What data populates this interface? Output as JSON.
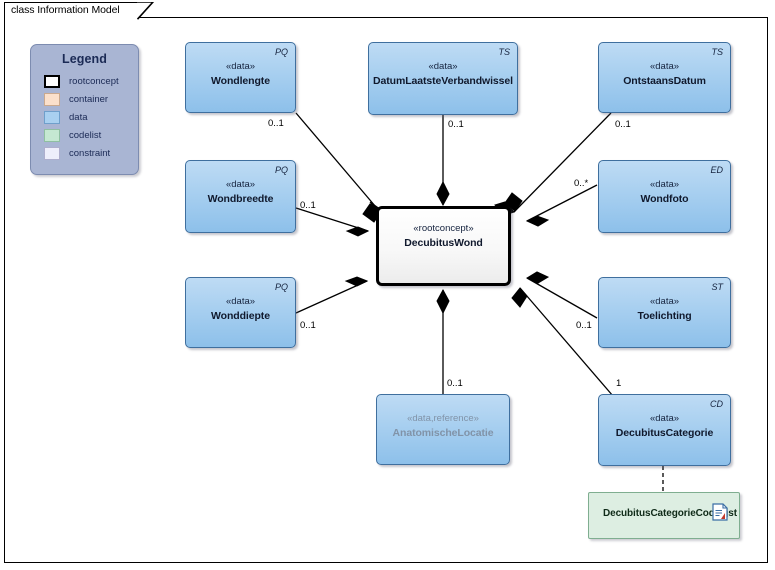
{
  "diagram": {
    "title": "class Information Model",
    "kind": "uml-class-diagram"
  },
  "legend": {
    "title": "Legend",
    "items": [
      {
        "label": "rootconcept",
        "color": "#ffffff",
        "swatch": "sw-rootconcept"
      },
      {
        "label": "container",
        "color": "#fbe0cb",
        "swatch": "sw-container"
      },
      {
        "label": "data",
        "color": "#a9d0f0",
        "swatch": "sw-data"
      },
      {
        "label": "codelist",
        "color": "#c5e8d2",
        "swatch": "sw-codelist"
      },
      {
        "label": "constraint",
        "color": "#eeeefb",
        "swatch": "sw-constraint"
      }
    ]
  },
  "nodes": {
    "root": {
      "stereotype": "«rootconcept»",
      "name": "DecubitusWond",
      "tag": ""
    },
    "wondlengte": {
      "stereotype": "«data»",
      "name": "Wondlengte",
      "tag": "PQ"
    },
    "datumlaatsteverbandwissel": {
      "stereotype": "«data»",
      "name": "DatumLaatsteVerbandwissel",
      "tag": "TS"
    },
    "ontstaansdatum": {
      "stereotype": "«data»",
      "name": "OntstaansDatum",
      "tag": "TS"
    },
    "wondbreedte": {
      "stereotype": "«data»",
      "name": "Wondbreedte",
      "tag": "PQ"
    },
    "wondfoto": {
      "stereotype": "«data»",
      "name": "Wondfoto",
      "tag": "ED"
    },
    "wonddiepte": {
      "stereotype": "«data»",
      "name": "Wonddiepte",
      "tag": "PQ"
    },
    "toelichting": {
      "stereotype": "«data»",
      "name": "Toelichting",
      "tag": "ST"
    },
    "anatomischelocatie": {
      "stereotype": "«data,reference»",
      "name": "AnatomischeLocatie",
      "tag": ""
    },
    "decubituscategorie": {
      "stereotype": "«data»",
      "name": "DecubitusCategorie",
      "tag": "CD"
    },
    "decubituscategoriecodelijst": {
      "name": "DecubitusCategorieCodelijst",
      "icon": "document-icon"
    }
  },
  "multiplicities": {
    "wondlengte": "0..1",
    "datumlaatsteverbandwissel": "0..1",
    "ontstaansdatum": "0..1",
    "wondbreedte": "0..1",
    "wondfoto": "0..*",
    "wonddiepte": "0..1",
    "toelichting": "0..1",
    "anatomischelocatie": "0..1",
    "decubituscategorie": "1"
  },
  "relations": [
    {
      "from": "DecubitusWond",
      "to": "Wondlengte",
      "type": "composition",
      "multiplicity": "0..1"
    },
    {
      "from": "DecubitusWond",
      "to": "DatumLaatsteVerbandwissel",
      "type": "composition",
      "multiplicity": "0..1"
    },
    {
      "from": "DecubitusWond",
      "to": "OntstaansDatum",
      "type": "composition",
      "multiplicity": "0..1"
    },
    {
      "from": "DecubitusWond",
      "to": "Wondbreedte",
      "type": "composition",
      "multiplicity": "0..1"
    },
    {
      "from": "DecubitusWond",
      "to": "Wondfoto",
      "type": "composition",
      "multiplicity": "0..*"
    },
    {
      "from": "DecubitusWond",
      "to": "Wonddiepte",
      "type": "composition",
      "multiplicity": "0..1"
    },
    {
      "from": "DecubitusWond",
      "to": "Toelichting",
      "type": "composition",
      "multiplicity": "0..1"
    },
    {
      "from": "DecubitusWond",
      "to": "AnatomischeLocatie",
      "type": "composition",
      "multiplicity": "0..1"
    },
    {
      "from": "DecubitusWond",
      "to": "DecubitusCategorie",
      "type": "composition",
      "multiplicity": "1"
    },
    {
      "from": "DecubitusCategorie",
      "to": "DecubitusCategorieCodelijst",
      "type": "dependency",
      "multiplicity": ""
    }
  ]
}
